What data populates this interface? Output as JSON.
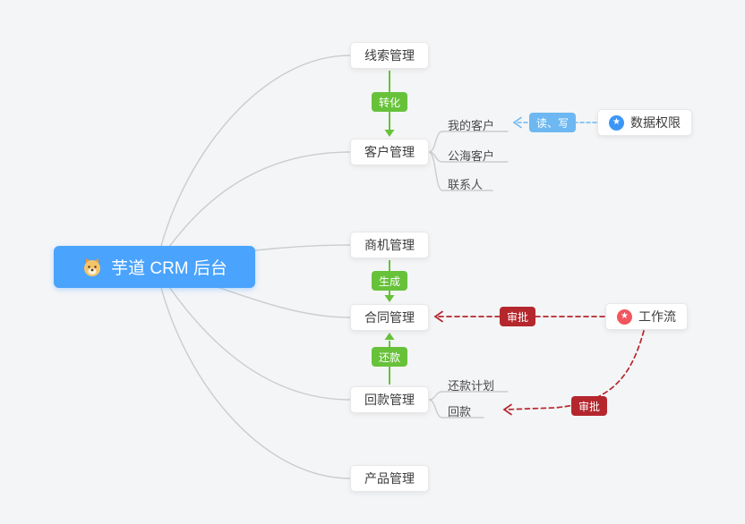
{
  "root": {
    "label": "芋道 CRM 后台"
  },
  "modules": [
    {
      "label": "线索管理"
    },
    {
      "label": "客户管理"
    },
    {
      "label": "商机管理"
    },
    {
      "label": "合同管理"
    },
    {
      "label": "回款管理"
    },
    {
      "label": "产品管理"
    }
  ],
  "customer_children": [
    {
      "label": "我的客户"
    },
    {
      "label": "公海客户"
    },
    {
      "label": "联系人"
    }
  ],
  "receivable_children": [
    {
      "label": "还款计划"
    },
    {
      "label": "回款"
    }
  ],
  "edge_labels": {
    "convert": "转化",
    "generate": "生成",
    "repay": "还款",
    "read_write": "读、写",
    "approve_contract": "审批",
    "approve_receivable": "审批"
  },
  "side_nodes": [
    {
      "label": "数据权限",
      "icon": "star-icon",
      "icon_color": "#3b96f7"
    },
    {
      "label": "工作流",
      "icon": "star-icon",
      "icon_color": "#f1565e"
    }
  ],
  "icons": {
    "star": "★",
    "root": "dog-face-icon"
  },
  "colors": {
    "background": "#f4f5f7",
    "root_blue": "#4aa3fc",
    "flow_green": "#67c23a",
    "permission_blue": "#6db8f2",
    "approval_red": "#b4272d",
    "link_gray": "#cccccc"
  }
}
